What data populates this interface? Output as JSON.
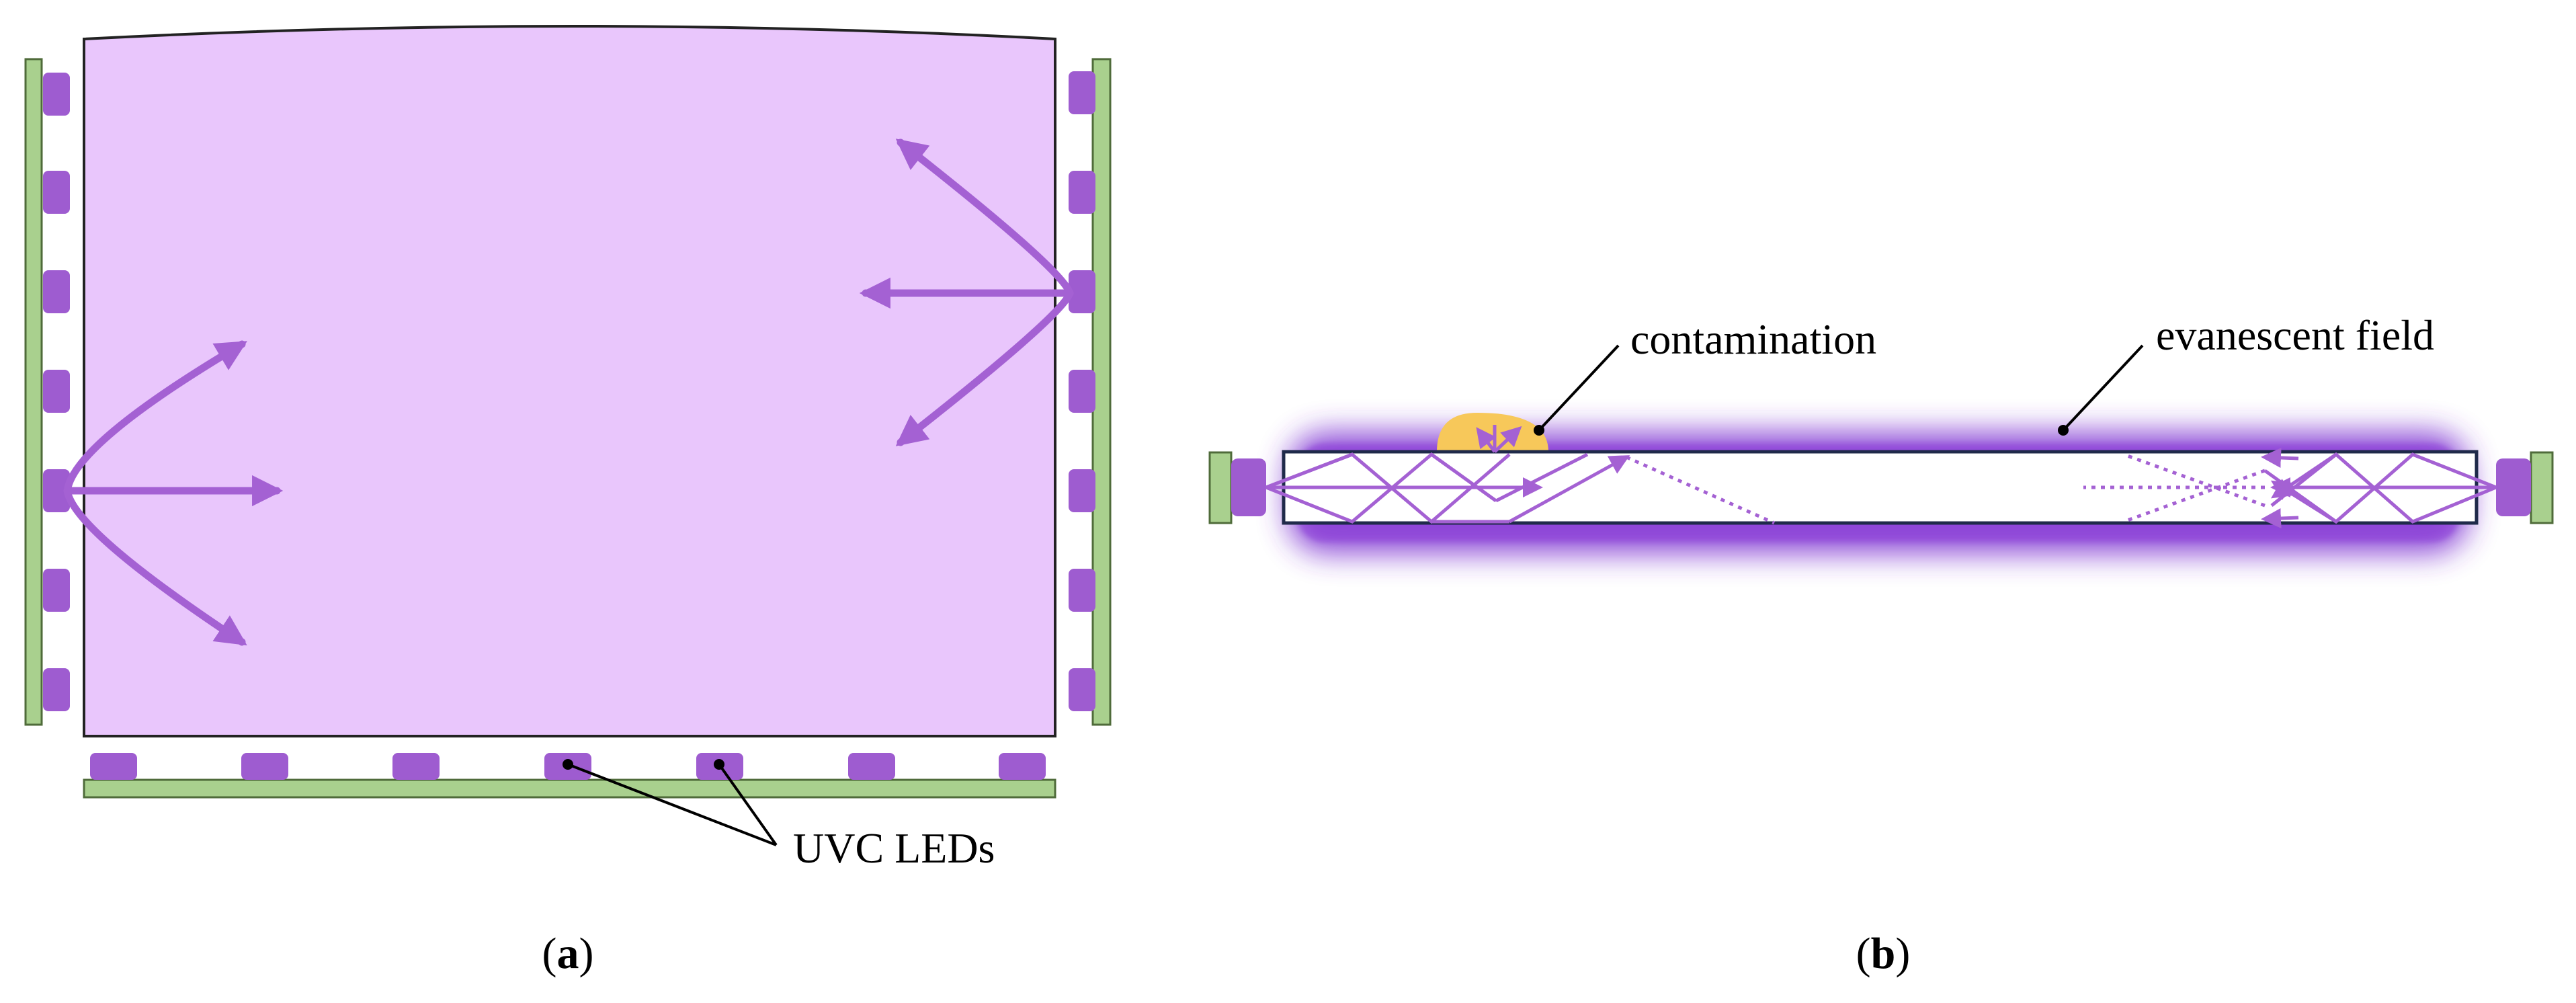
{
  "figure": {
    "panel_a": {
      "caption_prefix": "(",
      "caption_letter": "a",
      "caption_suffix": ")",
      "led_label": "UVC LEDs"
    },
    "panel_b": {
      "caption_prefix": "(",
      "caption_letter": "b",
      "caption_suffix": ")",
      "contamination_label": "contamination",
      "evanescent_label": "evanescent field"
    }
  },
  "colors": {
    "light_fill": "#e9c6fc",
    "led": "#9e5cd0",
    "arrow": "#a461d3",
    "board": "#a9d08e",
    "board_edge": "#4f6b3a",
    "outline": "#222222",
    "waveguide_edge": "#1f2a4a",
    "evanescent_glow": "#7a2fd0",
    "contamination": "#f7c85a"
  }
}
